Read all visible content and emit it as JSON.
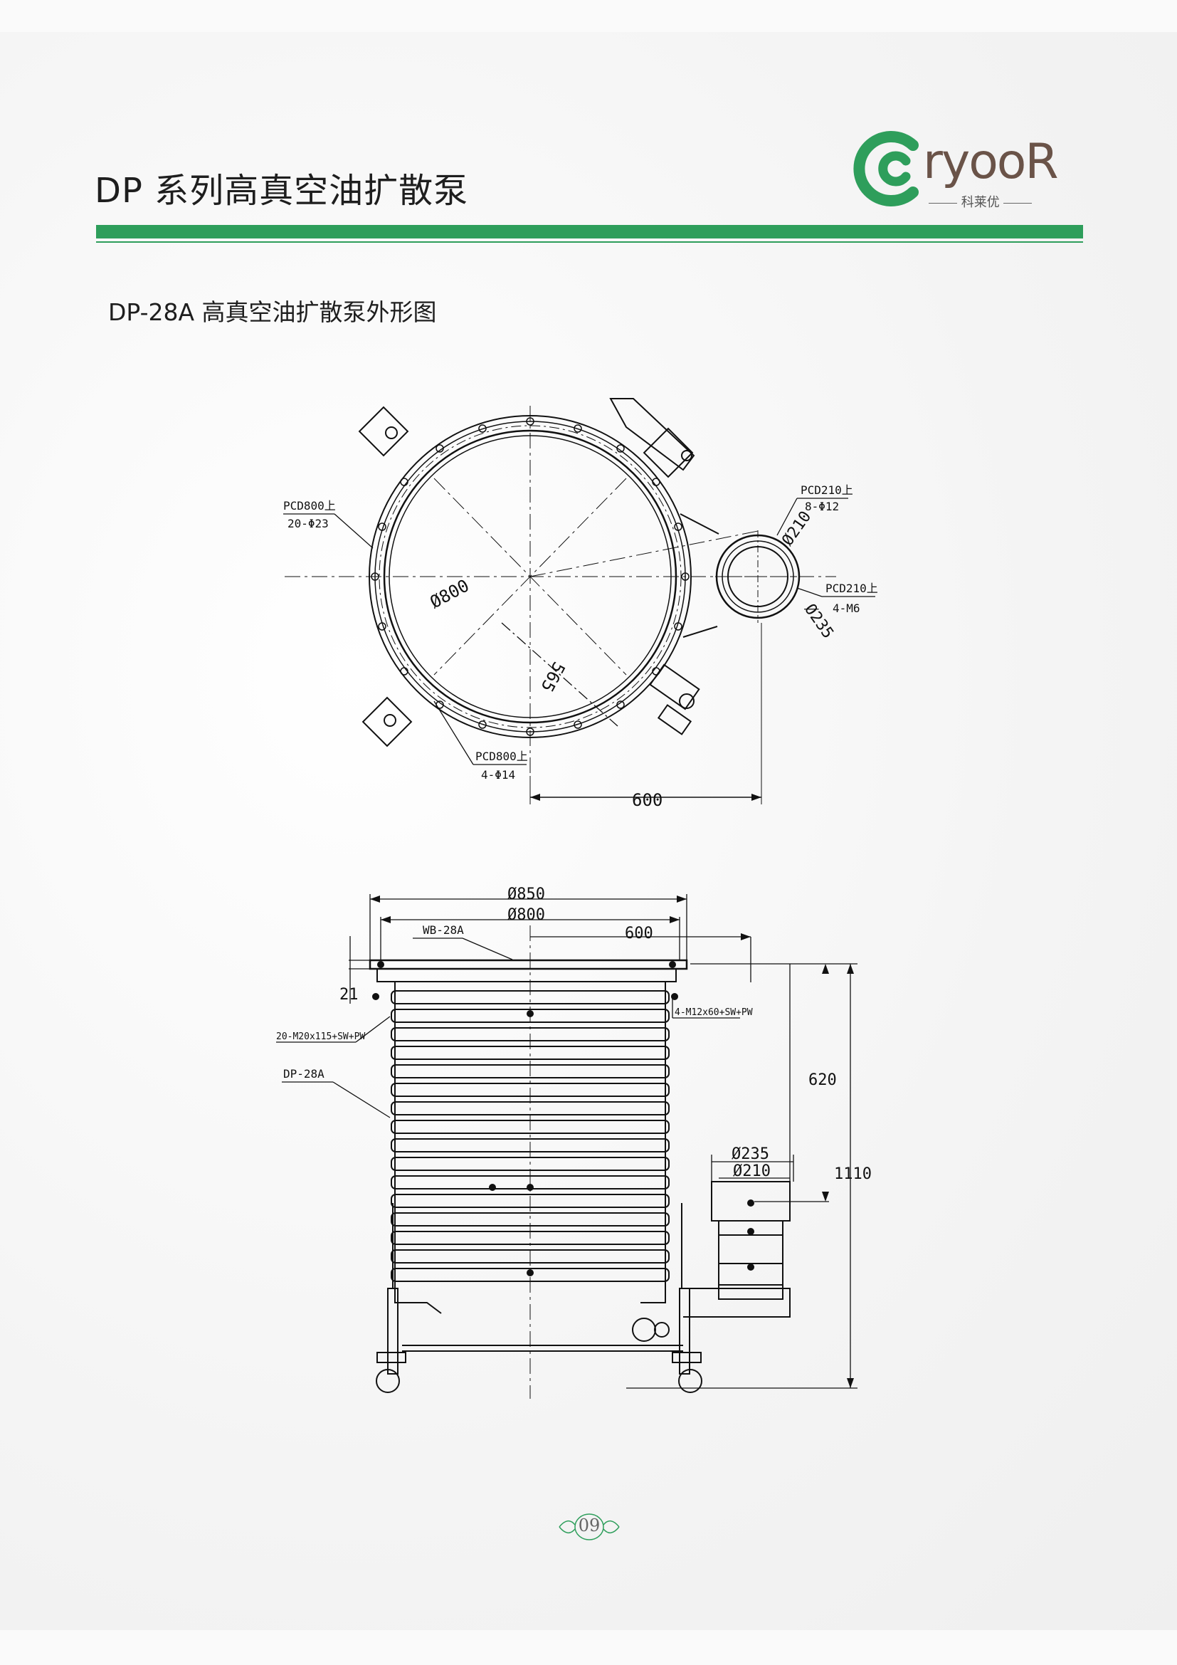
{
  "header": {
    "title": "DP 系列高真空油扩散泵",
    "logo_word": "ryooR",
    "logo_sub": "科莱优",
    "brand_color": "#2e9e5b",
    "logo_text_color": "#6a5348"
  },
  "subtitle": "DP-28A 高真空油扩散泵外形图",
  "top_view": {
    "pcd800_a_line1": "PCD800上",
    "pcd800_a_line2": "20-Φ23",
    "pcd210_a_line1": "PCD210上",
    "pcd210_a_line2": "8-Φ12",
    "pcd210_b_line1": "PCD210上",
    "pcd210_b_line2": "4-M6",
    "pcd800_b_line1": "PCD800上",
    "pcd800_b_line2": "4-Φ14",
    "dia_800": "Ø800",
    "dia_210": "Ø210",
    "dia_235": "Ø235",
    "dim_565": "565",
    "dim_600": "600"
  },
  "side_view": {
    "dia_850": "Ø850",
    "dia_800": "Ø800",
    "dim_600": "600",
    "label_wb": "WB-28A",
    "dim_21": "21",
    "bolt_20": "20-M20x115+SW+PW",
    "bolt_4": "4-M12x60+SW+PW",
    "label_dp": "DP-28A",
    "dim_620": "620",
    "dim_1110": "1110",
    "dia_235": "Ø235",
    "dia_210": "Ø210"
  },
  "footer": {
    "page_number": "09"
  }
}
